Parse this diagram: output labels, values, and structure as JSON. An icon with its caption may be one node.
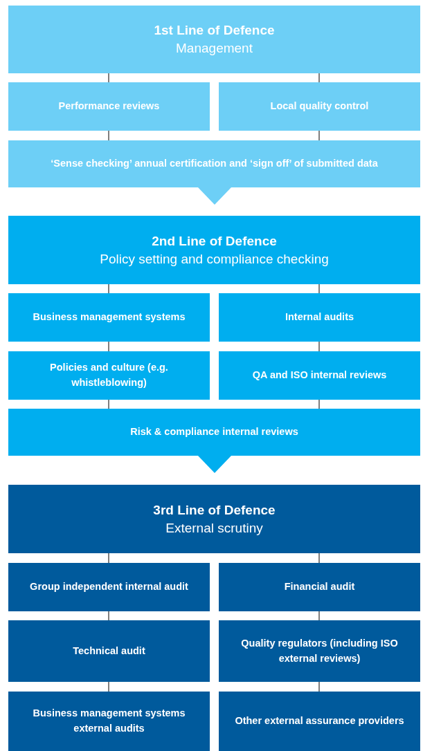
{
  "diagram": {
    "nodes": [
      {
        "text": [
          "1st Line of Defence",
          "Management"
        ]
      },
      {
        "text": [
          "Performance reviews"
        ]
      },
      {
        "text": [
          "Local quality control"
        ]
      },
      {
        "text": [
          "‘Sense checking’ annual certification and ‘sign off’ of submitted data"
        ]
      },
      {
        "text": [
          "2nd Line of Defence",
          "Policy setting and compliance checking"
        ]
      },
      {
        "text": [
          "Business management systems"
        ]
      },
      {
        "text": [
          "Internal audits"
        ]
      },
      {
        "text": [
          "Policies and culture (e.g. whistleblowing)"
        ]
      },
      {
        "text": [
          "QA and ISO internal reviews"
        ]
      },
      {
        "text": [
          "Risk & compliance internal reviews"
        ]
      },
      {
        "text": [
          "3rd Line of Defence",
          "External scrutiny"
        ]
      },
      {
        "text": [
          "Group independent internal audit"
        ]
      },
      {
        "text": [
          "Financial audit"
        ]
      },
      {
        "text": [
          "Technical audit"
        ]
      },
      {
        "text": [
          "Quality regulators (including ISO external reviews)"
        ]
      },
      {
        "text": [
          "Business management systems external audits"
        ]
      },
      {
        "text": [
          "Other external assurance providers"
        ]
      }
    ],
    "edges": [
      {
        "from": 0,
        "to": 1,
        "arrow": "none"
      },
      {
        "from": 0,
        "to": 2,
        "arrow": "none"
      },
      {
        "from": 1,
        "to": 3,
        "arrow": "none"
      },
      {
        "from": 2,
        "to": 3,
        "arrow": "none"
      },
      {
        "from": 3,
        "to": 4,
        "arrow": "to",
        "color": "#6dcff6"
      },
      {
        "from": 4,
        "to": 5,
        "arrow": "none"
      },
      {
        "from": 4,
        "to": 6,
        "arrow": "none"
      },
      {
        "from": 5,
        "to": 7,
        "arrow": "none"
      },
      {
        "from": 6,
        "to": 8,
        "arrow": "none"
      },
      {
        "from": 7,
        "to": 9,
        "arrow": "none"
      },
      {
        "from": 8,
        "to": 9,
        "arrow": "none"
      },
      {
        "from": 9,
        "to": 10,
        "arrow": "to",
        "color": "#00aeef"
      },
      {
        "from": 10,
        "to": 11,
        "arrow": "none"
      },
      {
        "from": 10,
        "to": 12,
        "arrow": "none"
      },
      {
        "from": 11,
        "to": 13,
        "arrow": "none"
      },
      {
        "from": 12,
        "to": 14,
        "arrow": "none"
      },
      {
        "from": 13,
        "to": 15,
        "arrow": "none"
      },
      {
        "from": 14,
        "to": 16,
        "arrow": "none"
      }
    ]
  }
}
